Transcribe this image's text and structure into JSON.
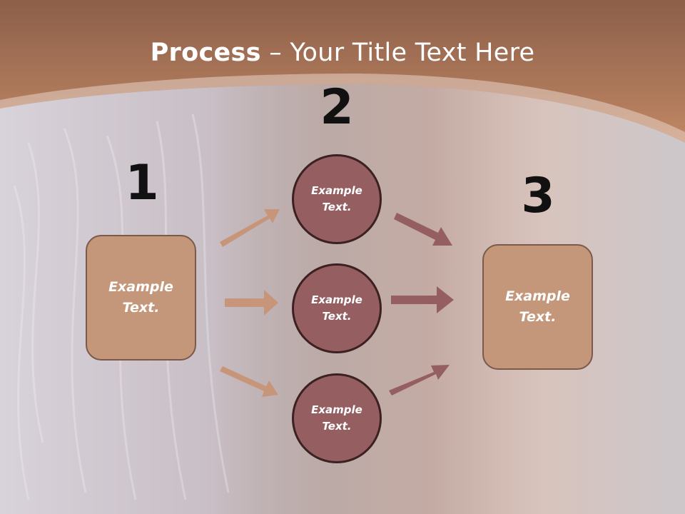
{
  "title": {
    "bold": "Process",
    "rest": " – Your Title Text Here"
  },
  "steps": [
    {
      "number": "1",
      "label": "Example\nText."
    },
    {
      "number": "2"
    },
    {
      "number": "3",
      "label": "Example\nText."
    }
  ],
  "circles": [
    {
      "label": "Example\nText."
    },
    {
      "label": "Example\nText."
    },
    {
      "label": "Example\nText."
    }
  ],
  "colors": {
    "header": "#b07556",
    "box_fill": "#c4967a",
    "circle_fill": "#955f62",
    "arrow_light": "#c7967a",
    "arrow_dark": "#955f62"
  }
}
